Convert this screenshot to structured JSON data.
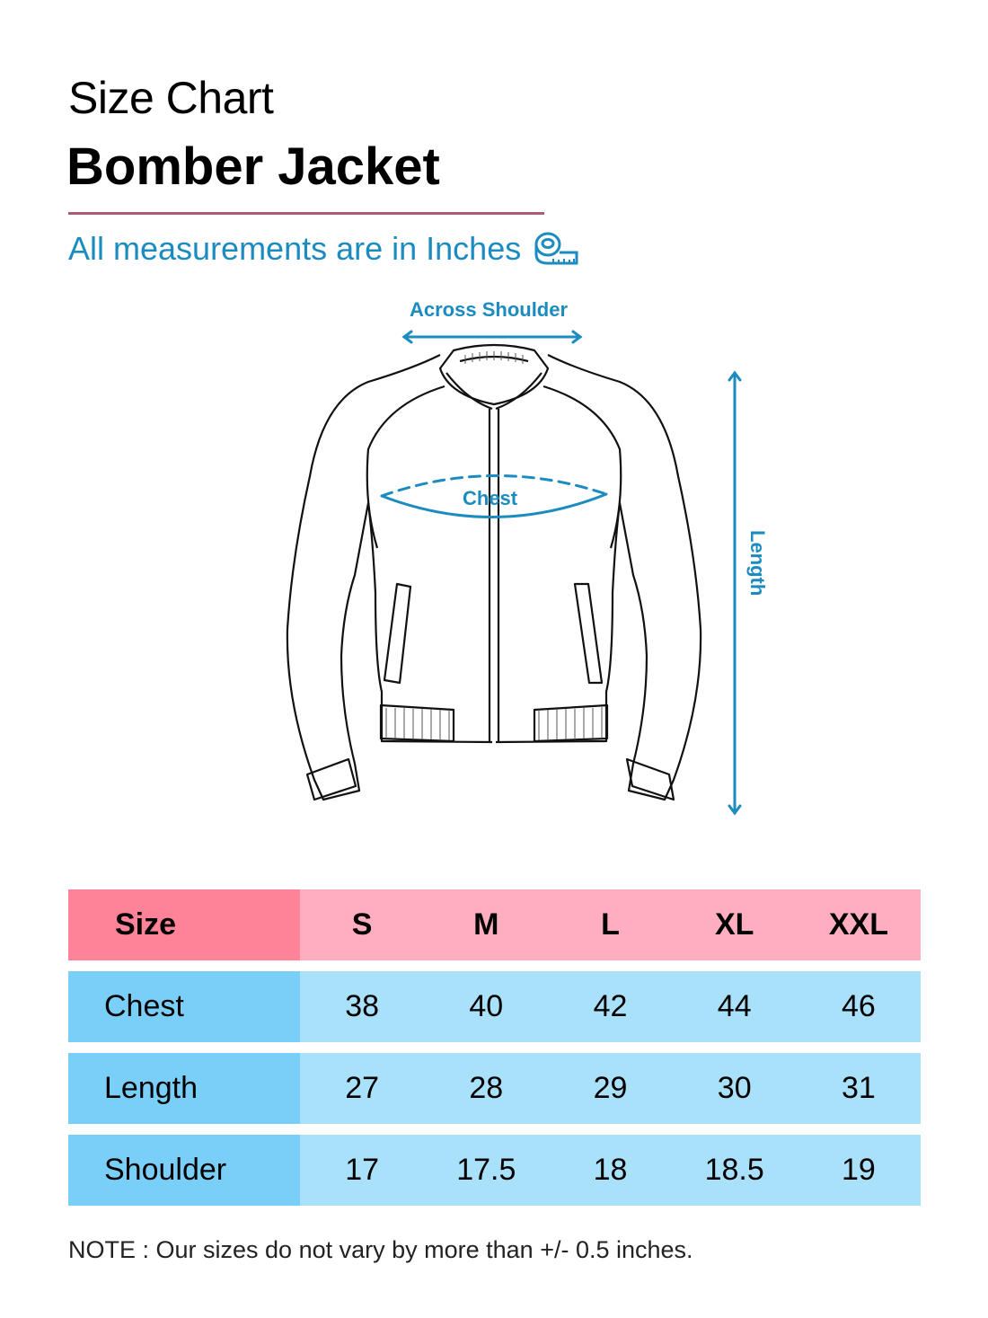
{
  "header": {
    "subtitle": "Size Chart",
    "title": "Bomber Jacket",
    "units_note": "All measurements are in Inches",
    "units_icon": "measuring-tape-icon"
  },
  "diagram": {
    "labels": {
      "across_shoulder": "Across Shoulder",
      "chest": "Chest",
      "length": "Length"
    },
    "accent_color": "#1b8bc0"
  },
  "table": {
    "header_label": "Size",
    "sizes": [
      "S",
      "M",
      "L",
      "XL",
      "XXL"
    ],
    "rows": [
      {
        "label": "Chest",
        "values": [
          "38",
          "40",
          "42",
          "44",
          "46"
        ]
      },
      {
        "label": "Length",
        "values": [
          "27",
          "28",
          "29",
          "30",
          "31"
        ]
      },
      {
        "label": "Shoulder",
        "values": [
          "17",
          "17.5",
          "18",
          "18.5",
          "19"
        ]
      }
    ],
    "colors": {
      "header_label_bg": "#ff8398",
      "header_bg": "#ffaec0",
      "row_label_bg": "#7acff8",
      "row_bg": "#a9e1fb"
    }
  },
  "footer": {
    "note": "NOTE : Our sizes do not vary by more than +/- 0.5 inches."
  },
  "chart_data": {
    "type": "table",
    "title": "Size Chart - Bomber Jacket",
    "subtitle": "All measurements are in Inches",
    "categories": [
      "S",
      "M",
      "L",
      "XL",
      "XXL"
    ],
    "series": [
      {
        "name": "Chest",
        "values": [
          38,
          40,
          42,
          44,
          46
        ]
      },
      {
        "name": "Length",
        "values": [
          27,
          28,
          29,
          30,
          31
        ]
      },
      {
        "name": "Shoulder",
        "values": [
          17,
          17.5,
          18,
          18.5,
          19
        ]
      }
    ],
    "unit": "inches",
    "note": "NOTE : Our sizes do not vary by more than +/- 0.5 inches."
  }
}
